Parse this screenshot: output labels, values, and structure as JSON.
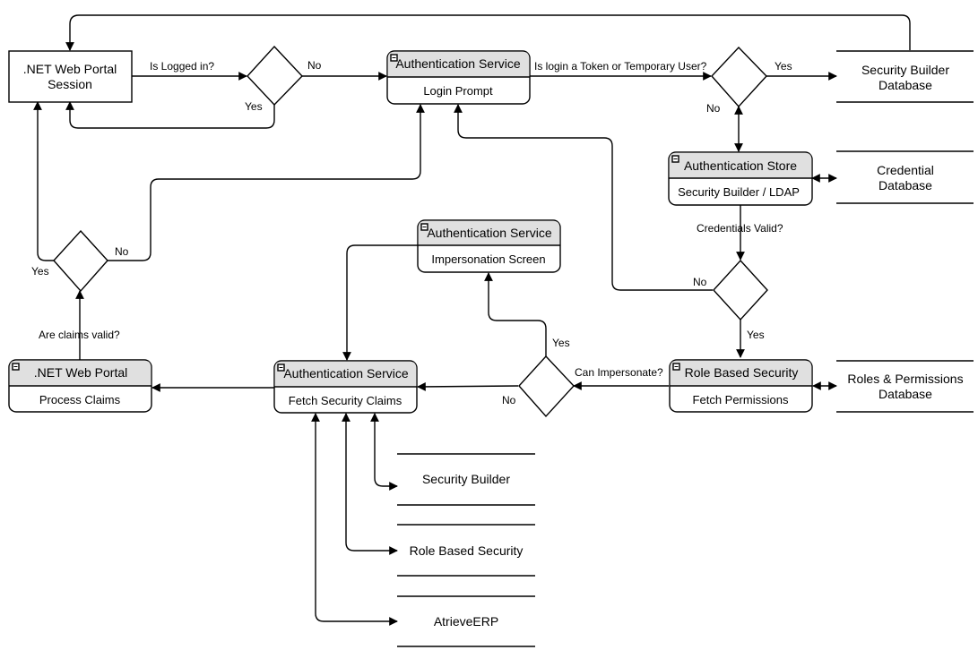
{
  "nodes": {
    "portal_session": [
      ".NET Web Portal",
      "Session"
    ],
    "auth_login": {
      "title": "Authentication Service",
      "sub": "Login Prompt"
    },
    "sb_database": [
      "Security Builder",
      "Database"
    ],
    "auth_store": {
      "title": "Authentication Store",
      "sub": "Security Builder / LDAP"
    },
    "credential_db": [
      "Credential",
      "Database"
    ],
    "auth_impersonation": {
      "title": "Authentication Service",
      "sub": "Impersonation Screen"
    },
    "portal_process": {
      "title": ".NET Web Portal",
      "sub": "Process Claims"
    },
    "auth_fetch": {
      "title": "Authentication Service",
      "sub": "Fetch Security Claims"
    },
    "rbs_fetch": {
      "title": "Role Based Security",
      "sub": "Fetch Permissions"
    },
    "roles_db": [
      "Roles & Permissions",
      "Database"
    ],
    "store_security_builder": "Security Builder",
    "store_role_based_security": "Role Based Security",
    "store_atrieve": "AtrieveERP"
  },
  "edge_labels": {
    "is_logged_in": "Is Logged in?",
    "no_1": "No",
    "yes_1": "Yes",
    "token_question": "Is login a Token or Temporary User?",
    "yes_2": "Yes",
    "no_2": "No",
    "credentials_valid": "Credentials Valid?",
    "no_3": "No",
    "yes_3": "Yes",
    "can_impersonate": "Can Impersonate?",
    "yes_4": "Yes",
    "no_4": "No",
    "claims_valid": "Are claims valid?",
    "yes_5": "Yes",
    "no_5": "No"
  }
}
